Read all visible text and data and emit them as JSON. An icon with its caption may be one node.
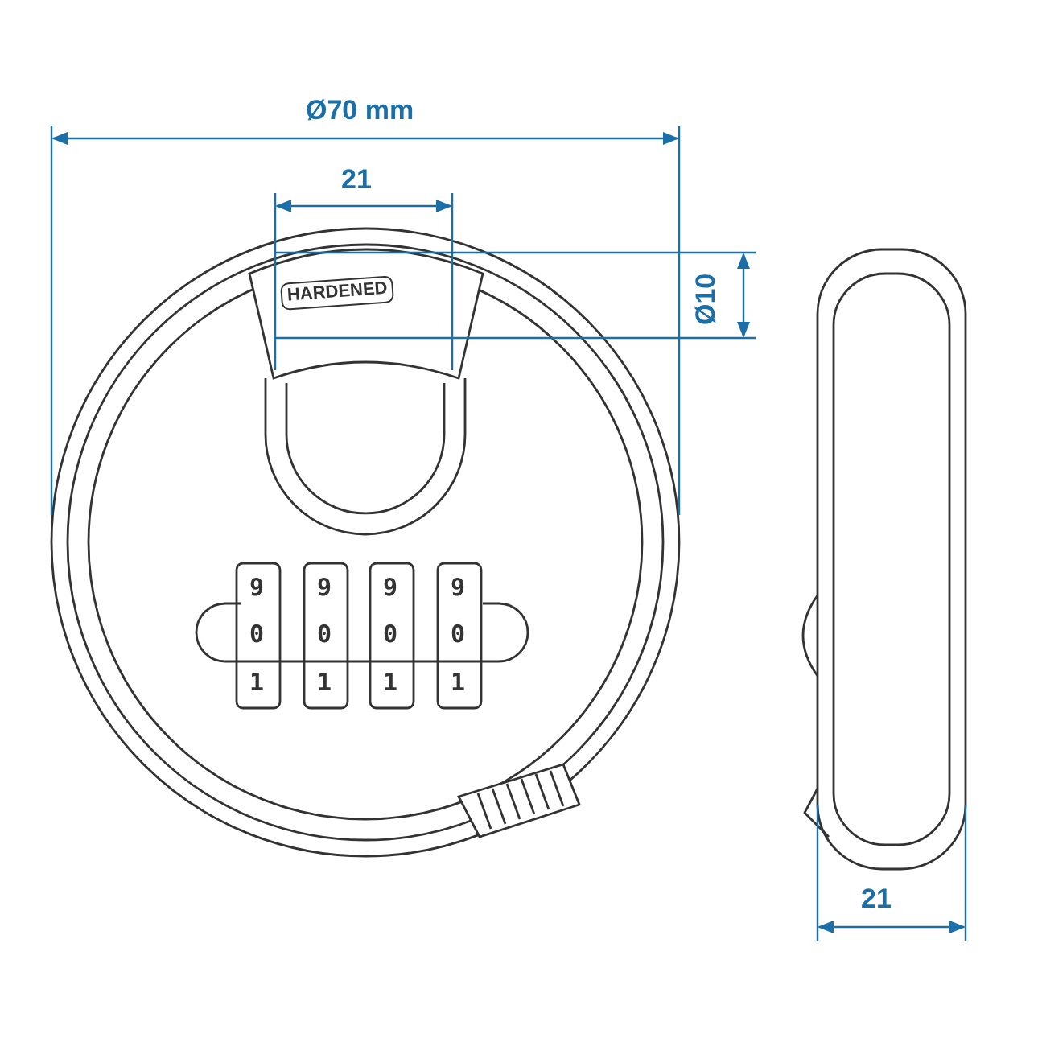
{
  "diagram": {
    "labels": [
      "Ø70 mm",
      "21",
      "Ø10",
      "HARDENED",
      "9",
      "9",
      "9",
      "9",
      "0",
      "0",
      "0",
      "0",
      "1",
      "1",
      "1",
      "1",
      "21"
    ]
  }
}
